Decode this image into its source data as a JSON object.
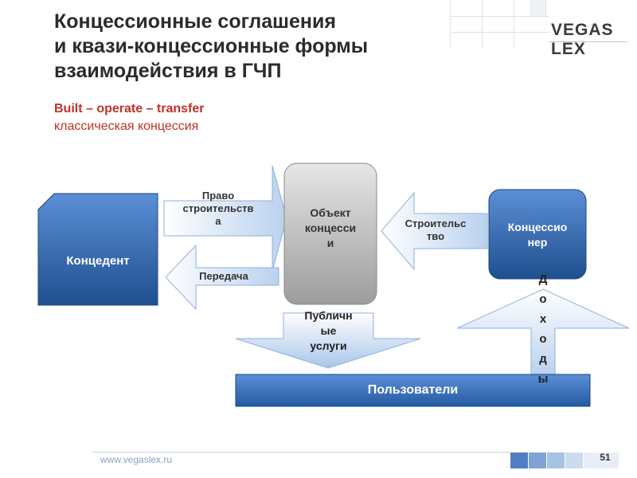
{
  "title": {
    "line1": "Концессионные соглашения",
    "line2": "и квази-концессионные формы",
    "line3": "взаимодействия в ГЧП"
  },
  "subtitle": {
    "line1": "Built – operate – transfer",
    "line2": "классическая концессия"
  },
  "logo": {
    "text": "VEGAS LEX"
  },
  "diagram": {
    "concedent": "Концедент",
    "object_line1": "Объект",
    "object_line2": "концесси",
    "object_line3": "и",
    "concessionaire_line1": "Концессио",
    "concessionaire_line2": "нер",
    "users": "Пользователи",
    "arrow_right_line1": "Право",
    "arrow_right_line2": "строительств",
    "arrow_right_line3": "а",
    "arrow_transfer": "Передача",
    "arrow_build_line1": "Строительс",
    "arrow_build_line2": "тво",
    "public_line1": "Публичн",
    "public_line2": "ые",
    "public_line3": "услуги",
    "income_letters": [
      "Д",
      "о",
      "х",
      "о",
      "д",
      "ы"
    ]
  },
  "footer": {
    "url": "www.vegaslex.ru",
    "page_number": "51"
  },
  "colors": {
    "blue_dark": "#1f4f8f",
    "blue_mid": "#4a7cc2",
    "title_red": "#c0322b",
    "grey_box": "#bdbdbd",
    "arrow_light": "#cfe0f5"
  }
}
